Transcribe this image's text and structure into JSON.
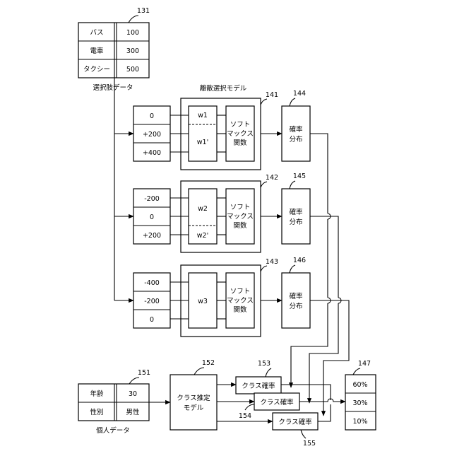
{
  "choice_table": {
    "ref": "131",
    "caption": "選択肢データ",
    "rows": [
      {
        "label": "バス",
        "value": "100"
      },
      {
        "label": "電車",
        "value": "300"
      },
      {
        "label": "タクシー",
        "value": "500"
      }
    ]
  },
  "discrete_model": {
    "title": "離散選択モデル",
    "blocks": [
      {
        "ref": "141",
        "inputs": [
          "0",
          "+200",
          "+400"
        ],
        "weight": "w1",
        "weight_alt": "w1'",
        "function": [
          "ソフト",
          "マックス",
          "関数"
        ],
        "dist_ref": "144",
        "dist": [
          "確率",
          "分布"
        ]
      },
      {
        "ref": "142",
        "inputs": [
          "-200",
          "0",
          "+200"
        ],
        "weight": "w2",
        "weight_alt": "w2'",
        "function": [
          "ソフト",
          "マックス",
          "関数"
        ],
        "dist_ref": "145",
        "dist": [
          "確率",
          "分布"
        ]
      },
      {
        "ref": "143",
        "inputs": [
          "-400",
          "-200",
          "0"
        ],
        "weight": "w3",
        "weight_alt": "",
        "function": [
          "ソフト",
          "マックス",
          "関数"
        ],
        "dist_ref": "146",
        "dist": [
          "確率",
          "分布"
        ]
      }
    ]
  },
  "personal_table": {
    "ref": "151",
    "caption": "個人データ",
    "rows": [
      {
        "label": "年齢",
        "value": "30"
      },
      {
        "label": "性別",
        "value": "男性"
      }
    ]
  },
  "class_model": {
    "ref": "152",
    "lines": [
      "クラス推定",
      "モデル"
    ]
  },
  "class_probs": [
    {
      "ref": "153",
      "label": "クラス確率"
    },
    {
      "ref": "154",
      "label": "クラス確率"
    },
    {
      "ref": "155",
      "label": "クラス確率"
    }
  ],
  "output": {
    "ref": "147",
    "values": [
      "60%",
      "30%",
      "10%"
    ]
  }
}
